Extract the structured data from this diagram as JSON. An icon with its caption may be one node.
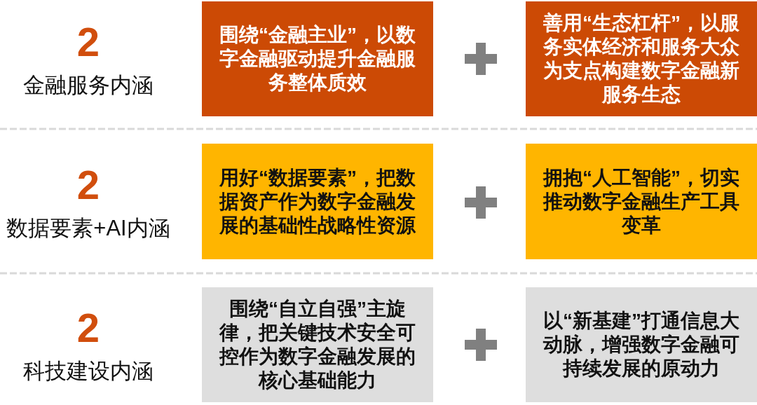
{
  "diagram": {
    "nodes": [
      {
        "text": [
          "围绕“金融主业”，以数字金融驱动提升金融服务整体质效"
        ]
      },
      {
        "text": [
          "善用“生态杠杆”，以服务实体经济和服务大众为支点构建数字金融新服务生态"
        ]
      },
      {
        "text": [
          "用好“数据要素”，把数据资产作为数字金融发展的基础性战略性资源"
        ]
      },
      {
        "text": [
          "拥抱“人工智能”，切实推动数字金融生产工具变革"
        ]
      },
      {
        "text": [
          "围绕“自立自强”主旋律，把关键技术安全可控作为数字金融发展的核心基础能力"
        ]
      },
      {
        "text": [
          "以“新基建”打通信息大动脉，增强数字金融可持续发展的原动力"
        ]
      }
    ],
    "labels": [
      "2",
      "金融服务内涵",
      "2",
      "数据要素+AI内涵",
      "2",
      "科技建设内涵"
    ]
  }
}
